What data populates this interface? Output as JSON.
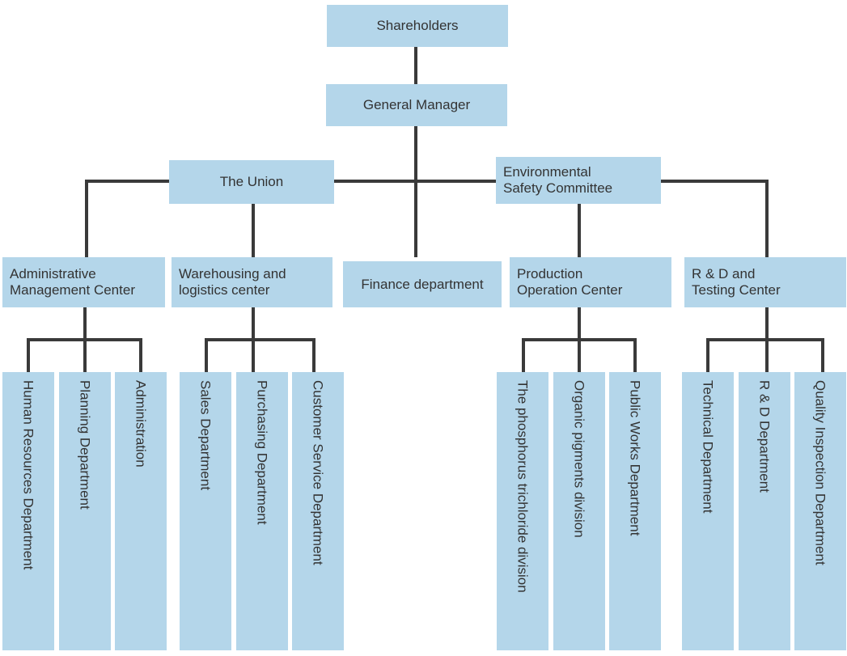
{
  "diagram": {
    "title": "Company Organizational Structure Chart",
    "type": "org-chart",
    "box_color": "#b4d6ea",
    "line_color": "#3a3a3a",
    "text_color": "#333333",
    "background": "#ffffff"
  },
  "nodes": {
    "shareholders": "Shareholders",
    "general_manager": "General Manager",
    "the_union": "The Union",
    "environmental_safety_committee": "Environmental\nSafety Committee",
    "administrative_management_center": "Administrative\nManagement Center",
    "warehousing_and_logistics_center": "Warehousing and\nlogistics center",
    "finance_department": "Finance department",
    "production_operation_center": "Production\nOperation Center",
    "rd_and_testing_center": "R & D and\nTesting Center",
    "human_resources_department": "Human Resources Department",
    "planning_department": "Planning Department",
    "administration": "Administration",
    "sales_department": "Sales Department",
    "purchasing_department": "Purchasing Department",
    "customer_service_department": "Customer Service Department",
    "the_phosphorus_trichloride_division": "The phosphorus trichloride division",
    "organic_pigments_division": "Organic pigments division",
    "public_works_department": "Public Works Department",
    "technical_department": "Technical Department",
    "rd_department": "R & D Department",
    "quality_inspection_department": "Quality Inspection Department"
  }
}
